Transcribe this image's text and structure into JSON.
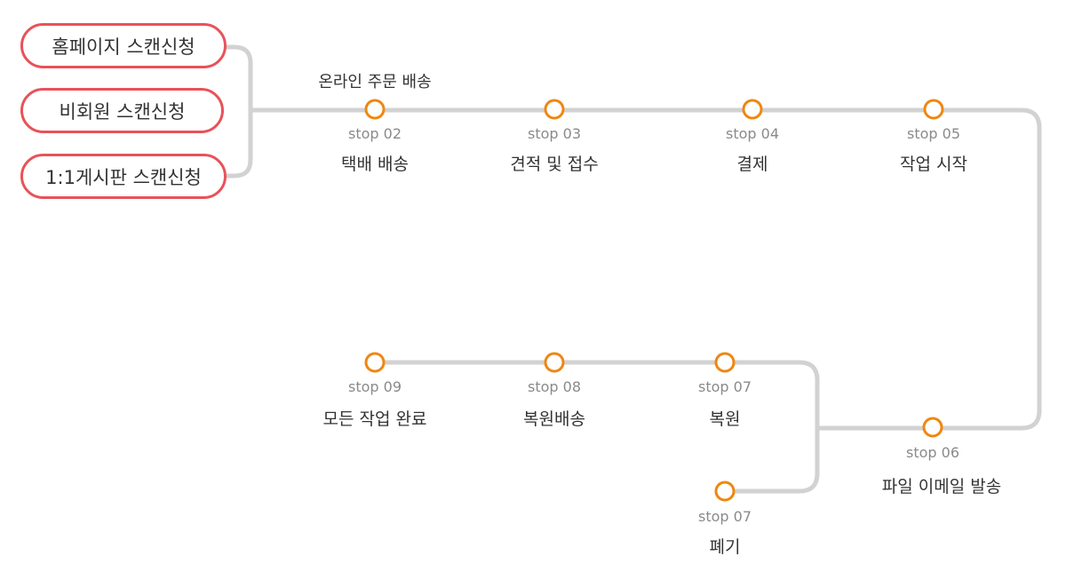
{
  "colors": {
    "track": "#d2d2d2",
    "node_stroke": "#ee8711",
    "pill_border": "#e8525a",
    "text_dark": "#333333",
    "text_grey": "#8a8a8a"
  },
  "requests": [
    {
      "label": "홈페이지 스캔신청"
    },
    {
      "label": "비회원 스캔신청"
    },
    {
      "label": "1:1게시판 스캔신청"
    }
  ],
  "online_label": "온라인 주문 배송",
  "stops": [
    {
      "id": "s02",
      "num": "stop 02",
      "title": "택배 배송"
    },
    {
      "id": "s03",
      "num": "stop 03",
      "title": "견적 및 접수"
    },
    {
      "id": "s04",
      "num": "stop 04",
      "title": "결제"
    },
    {
      "id": "s05",
      "num": "stop 05",
      "title": "작업 시작"
    },
    {
      "id": "s06",
      "num": "stop 06",
      "title": "파일 이메일 발송"
    },
    {
      "id": "s07a",
      "num": "stop 07",
      "title": "복원"
    },
    {
      "id": "s08",
      "num": "stop 08",
      "title": "복원배송"
    },
    {
      "id": "s09",
      "num": "stop 09",
      "title": "모든 작업 완료"
    },
    {
      "id": "s07b",
      "num": "stop 07",
      "title": "폐기"
    }
  ]
}
